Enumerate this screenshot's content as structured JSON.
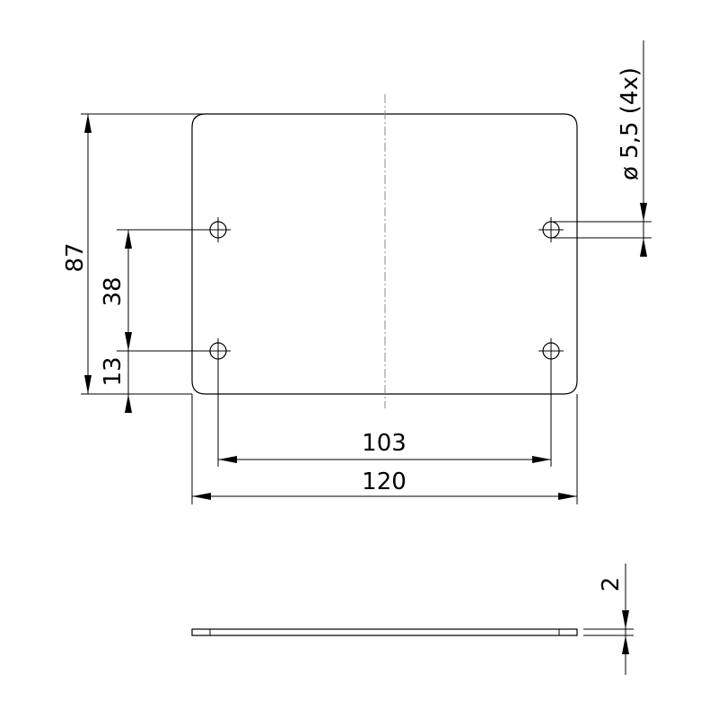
{
  "dimensions": {
    "height_overall": "87",
    "hole_spacing_vertical": "38",
    "hole_offset_bottom": "13",
    "hole_spacing_horizontal": "103",
    "width_overall": "120",
    "hole_diameter": "ø 5,5 (4x)",
    "thickness": "2"
  }
}
